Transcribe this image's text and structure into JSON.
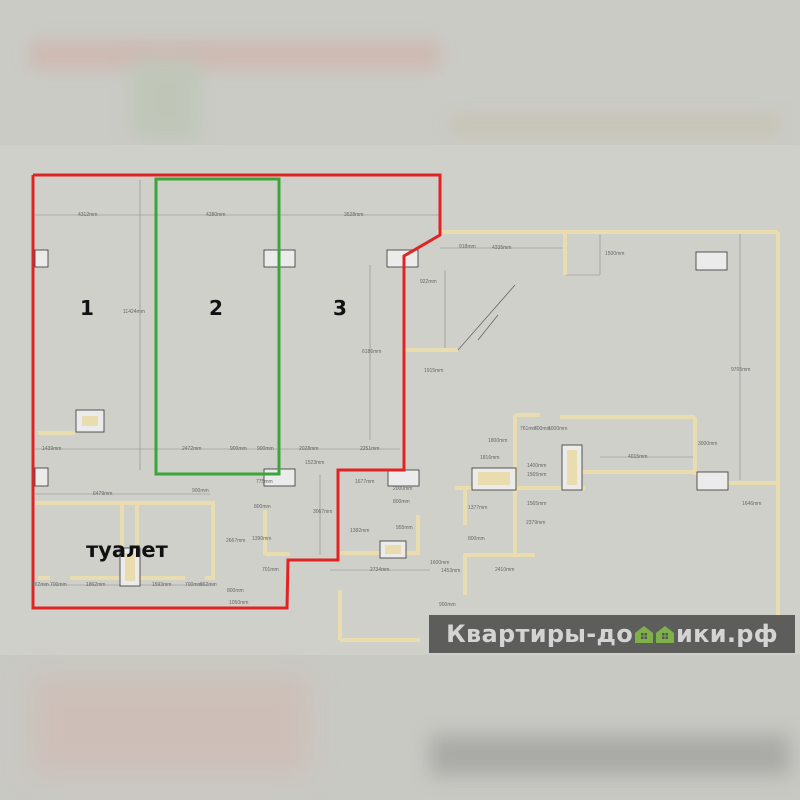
{
  "rooms": {
    "r1": "1",
    "r2": "2",
    "r3": "3",
    "toilet": "туалет"
  },
  "watermark": {
    "before": "Квартиры-до",
    "after": "ики.рф",
    "house_color": "#7fb04a"
  },
  "colors": {
    "outline_red": "#e02424",
    "outline_green": "#3aa63a",
    "wall": "#e9dcae"
  },
  "dimensions": [
    "4312mm",
    "4280mm",
    "3528mm",
    "11424mm",
    "1439mm",
    "2472mm",
    "900mm",
    "900mm",
    "2028mm",
    "2251mm",
    "1523mm",
    "775mm",
    "6479mm",
    "900mm",
    "800mm",
    "2667mm",
    "1390mm",
    "3067mm",
    "1677mm",
    "2000mm",
    "800mm",
    "955mm",
    "1382mm",
    "2734mm",
    "701mm",
    "862mm",
    "700mm",
    "1862mm",
    "1593mm",
    "700mm",
    "862mm",
    "800mm",
    "1050mm",
    "918mm",
    "4335mm",
    "1500mm",
    "922mm",
    "6186mm",
    "1915mm",
    "9765mm",
    "761mm",
    "700mm",
    "1000mm",
    "1800mm",
    "1816mm",
    "1400mm",
    "1565mm",
    "4015mm",
    "3000mm",
    "1565mm",
    "1646mm",
    "1377mm",
    "2379mm",
    "800mm",
    "1600mm",
    "1453mm",
    "2410mm",
    "900mm"
  ]
}
